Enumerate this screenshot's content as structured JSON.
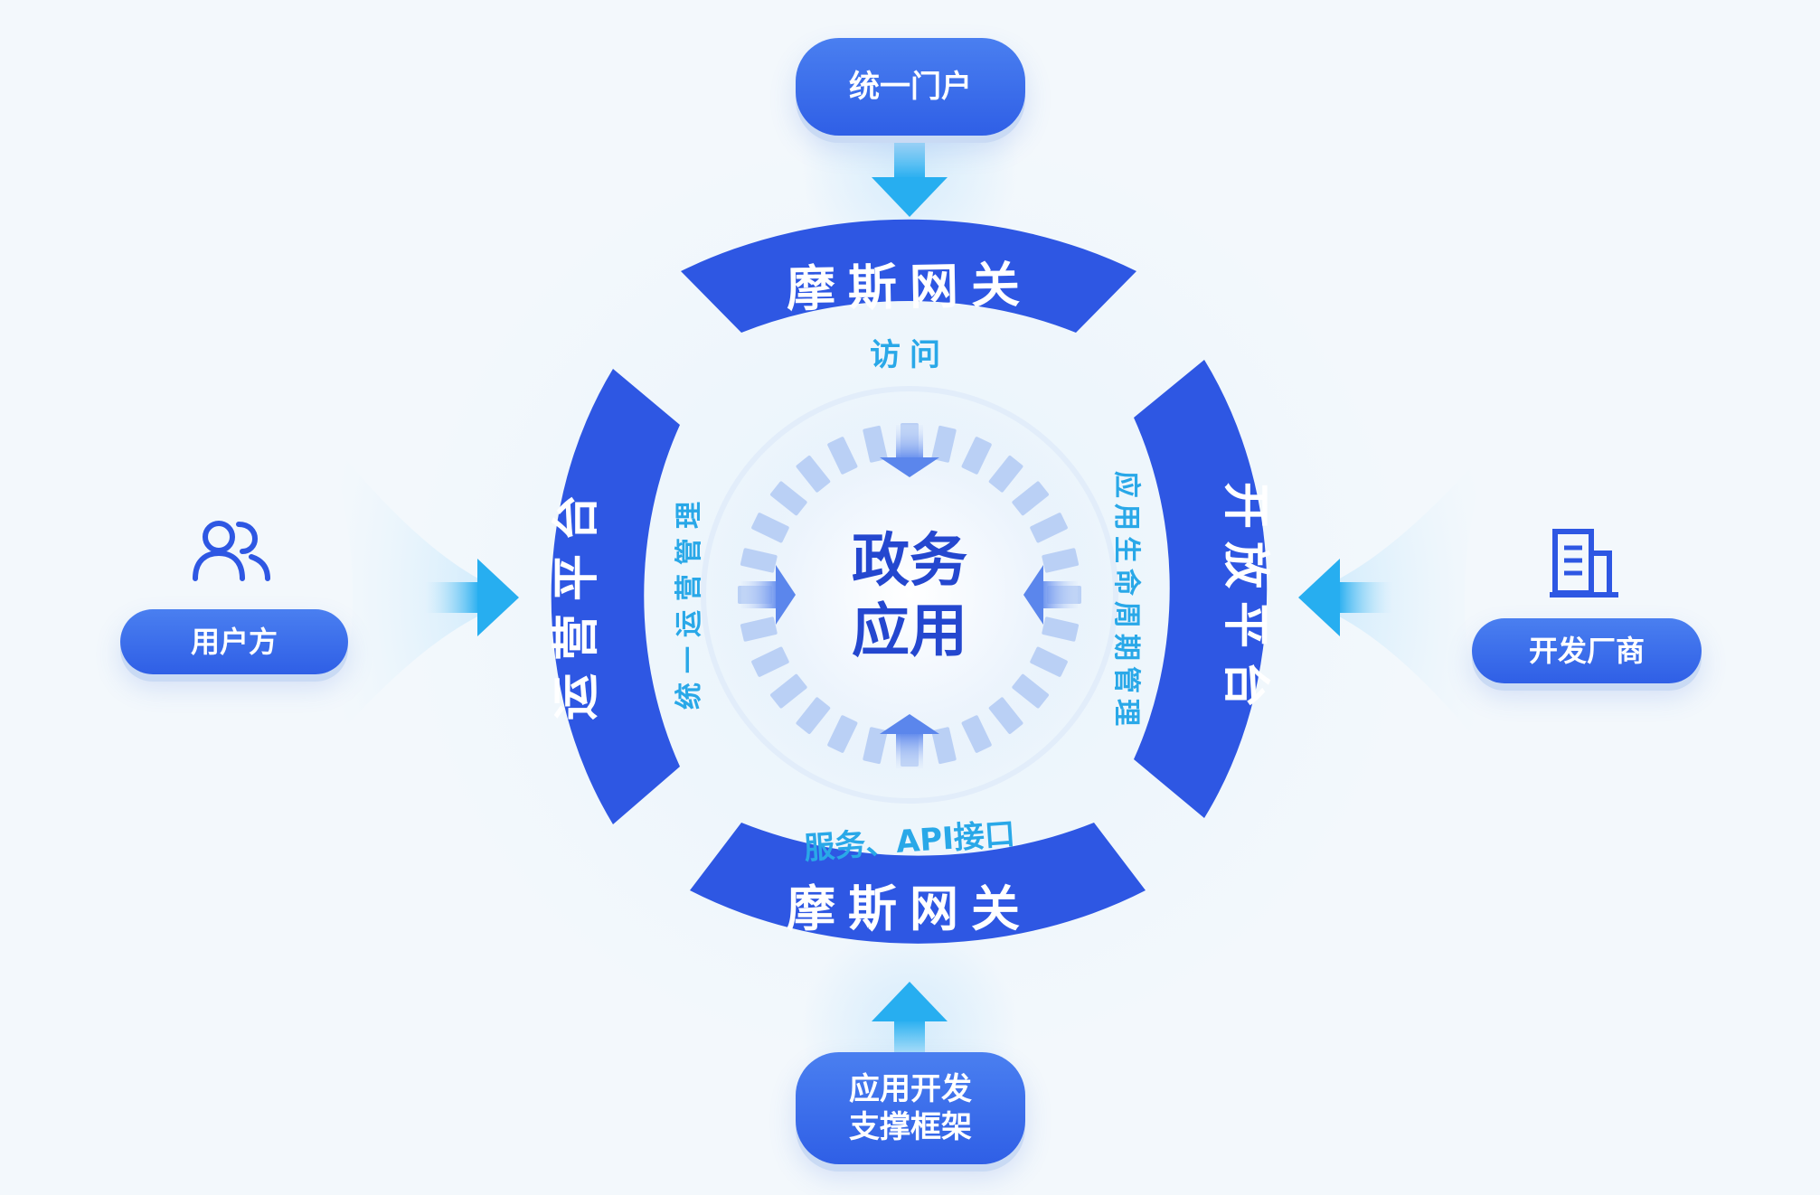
{
  "center": {
    "line1": "政务",
    "line2": "应用"
  },
  "ring": {
    "top": "摩斯网关",
    "bottom": "摩斯网关",
    "left": "运营平台",
    "right": "开放平台"
  },
  "inner_labels": {
    "top": "访问",
    "bottom": "服务、API接口",
    "left": "统一运营管理",
    "right": "应用生命周期管理"
  },
  "nodes": {
    "top": "统一门户",
    "bottom_line1": "应用开发",
    "bottom_line2": "支撑框架",
    "left": "用户方",
    "right": "开发厂商"
  },
  "icons": {
    "left": "users-icon",
    "right": "building-icon"
  },
  "colors": {
    "ring_blue": "#2e57e3",
    "label_cyan": "#29a8e8",
    "center_text": "#2447cf",
    "arrow_cyan": "#2fb2ef",
    "pill_blue": "#3a6cec",
    "background": "#f3f8fc"
  }
}
